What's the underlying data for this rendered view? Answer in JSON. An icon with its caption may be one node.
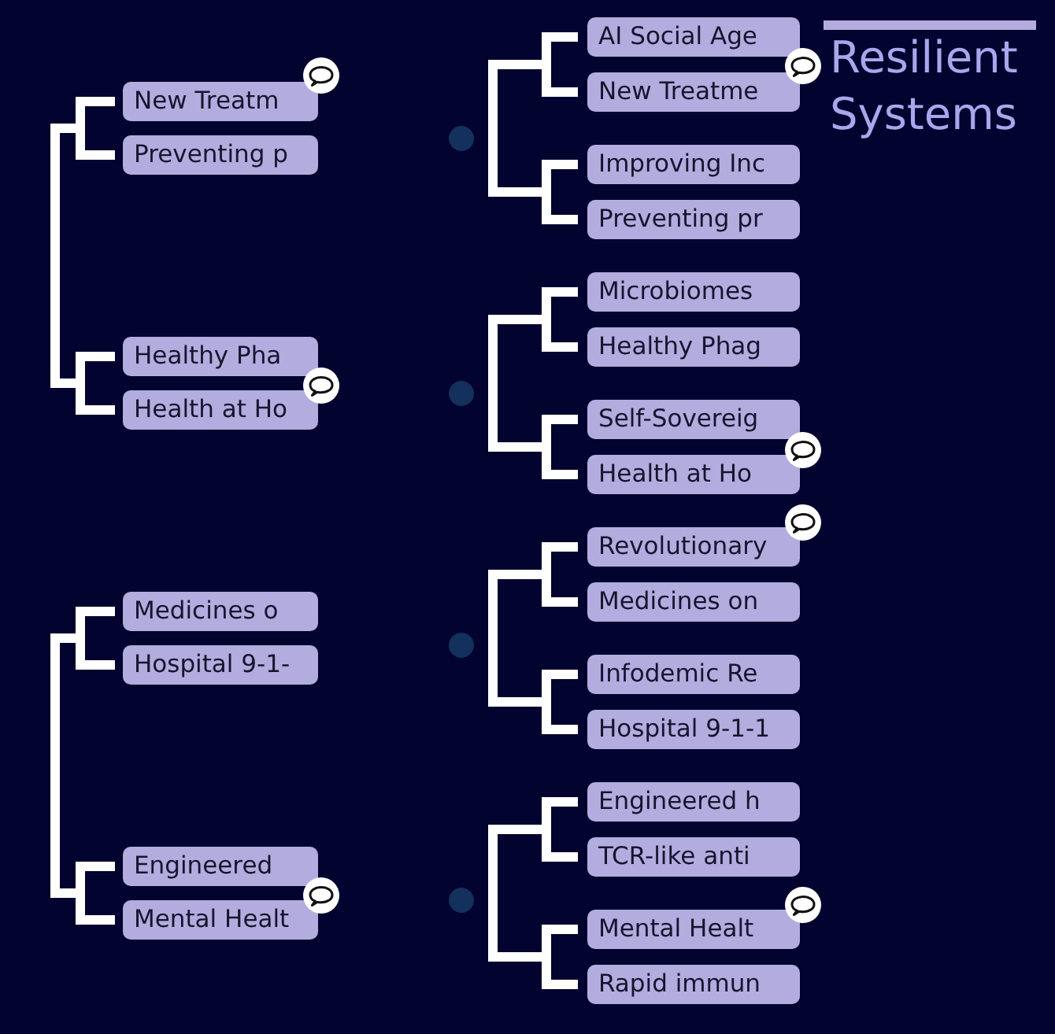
{
  "diagram": {
    "title": "Resilient Systems",
    "nodes": [
      {
        "text": [
          "New Treatm"
        ]
      },
      {
        "text": [
          "Preventing p"
        ]
      },
      {
        "text": [
          "Healthy Pha"
        ]
      },
      {
        "text": [
          "Health at Ho"
        ]
      },
      {
        "text": [
          "Medicines o"
        ]
      },
      {
        "text": [
          "Hospital 9-1-"
        ]
      },
      {
        "text": [
          "Engineered"
        ]
      },
      {
        "text": [
          "Mental Healt"
        ]
      },
      {
        "text": [
          "AI Social Age"
        ]
      },
      {
        "text": [
          "New Treatme"
        ]
      },
      {
        "text": [
          "Improving Inc"
        ]
      },
      {
        "text": [
          "Preventing pr"
        ]
      },
      {
        "text": [
          "Microbiomes"
        ]
      },
      {
        "text": [
          "Healthy Phag"
        ]
      },
      {
        "text": [
          "Self-Sovereig"
        ]
      },
      {
        "text": [
          "Health at Ho"
        ]
      },
      {
        "text": [
          "Revolutionary"
        ]
      },
      {
        "text": [
          "Medicines on"
        ]
      },
      {
        "text": [
          "Infodemic Re"
        ]
      },
      {
        "text": [
          "Hospital 9-1-1"
        ]
      },
      {
        "text": [
          "Engineered h"
        ]
      },
      {
        "text": [
          "TCR-like anti"
        ]
      },
      {
        "text": [
          "Mental Healt"
        ]
      },
      {
        "text": [
          "Rapid immun"
        ]
      }
    ]
  }
}
